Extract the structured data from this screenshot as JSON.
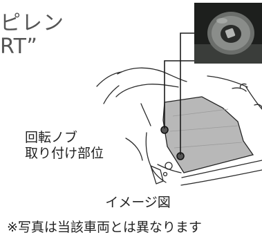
{
  "header": {
    "line1": "ピレン",
    "line2": "RT”"
  },
  "figure": {
    "photo_icon": "rotary-knob-closeup-photo",
    "part_label_line1": "回転ノブ",
    "part_label_line2": "取り付け部位",
    "caption": "イメージ図",
    "note": "※写真は当該車両とは異なります"
  }
}
